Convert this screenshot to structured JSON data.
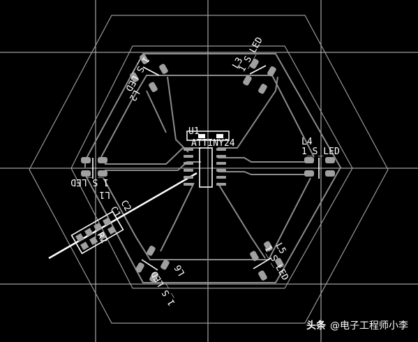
{
  "colors": {
    "background": "#000000",
    "outline": "#9a9a9a",
    "trace": "#8c8c8c",
    "pad": "#a0a0a0",
    "silkscreen": "#ffffff"
  },
  "components": {
    "U1": {
      "ref": "U1",
      "value": "ATTINY24"
    },
    "L1": {
      "ref": "L1",
      "value": "1_S_LED"
    },
    "L2": {
      "ref": "L2",
      "value": "1_S_LED"
    },
    "L3": {
      "ref": "L3",
      "value": "1_S_LED"
    },
    "L4": {
      "ref": "L4",
      "value": "1_S_LED"
    },
    "L5": {
      "ref": "L5",
      "value": "1_S_LED"
    },
    "L6": {
      "ref": "L6",
      "value": "1_S_LED"
    },
    "C1": {
      "ref": "C1"
    },
    "C2": {
      "ref": "C2"
    },
    "R2": {
      "ref": "R2"
    }
  },
  "watermark": {
    "platform": "头条",
    "author": "@电子工程师小李"
  }
}
